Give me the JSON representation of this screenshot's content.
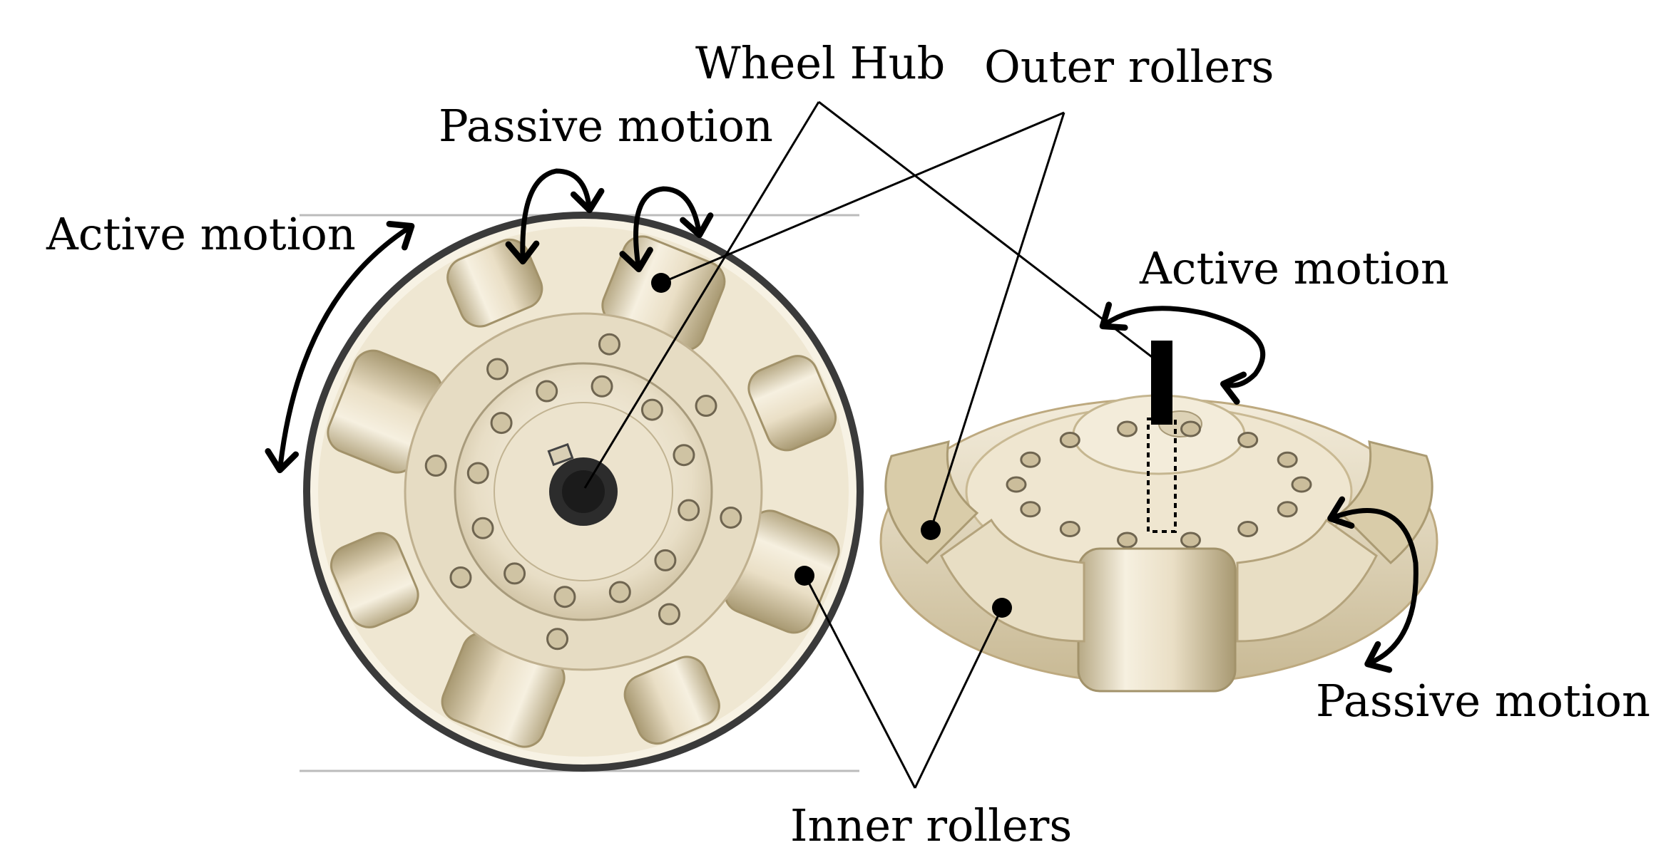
{
  "labels": {
    "wheel_hub": "Wheel Hub",
    "outer_rollers": "Outer rollers",
    "passive_motion_front": "Passive motion",
    "active_motion_front": "Active motion",
    "active_motion_side": "Active motion",
    "passive_motion_side": "Passive motion",
    "inner_rollers": "Inner rollers"
  },
  "colors": {
    "metal_light": "#f4eedf",
    "metal_mid": "#e2d7bd",
    "metal_dark": "#b9ab8b",
    "rim_dark": "#2a2a2a",
    "line": "#000000"
  }
}
